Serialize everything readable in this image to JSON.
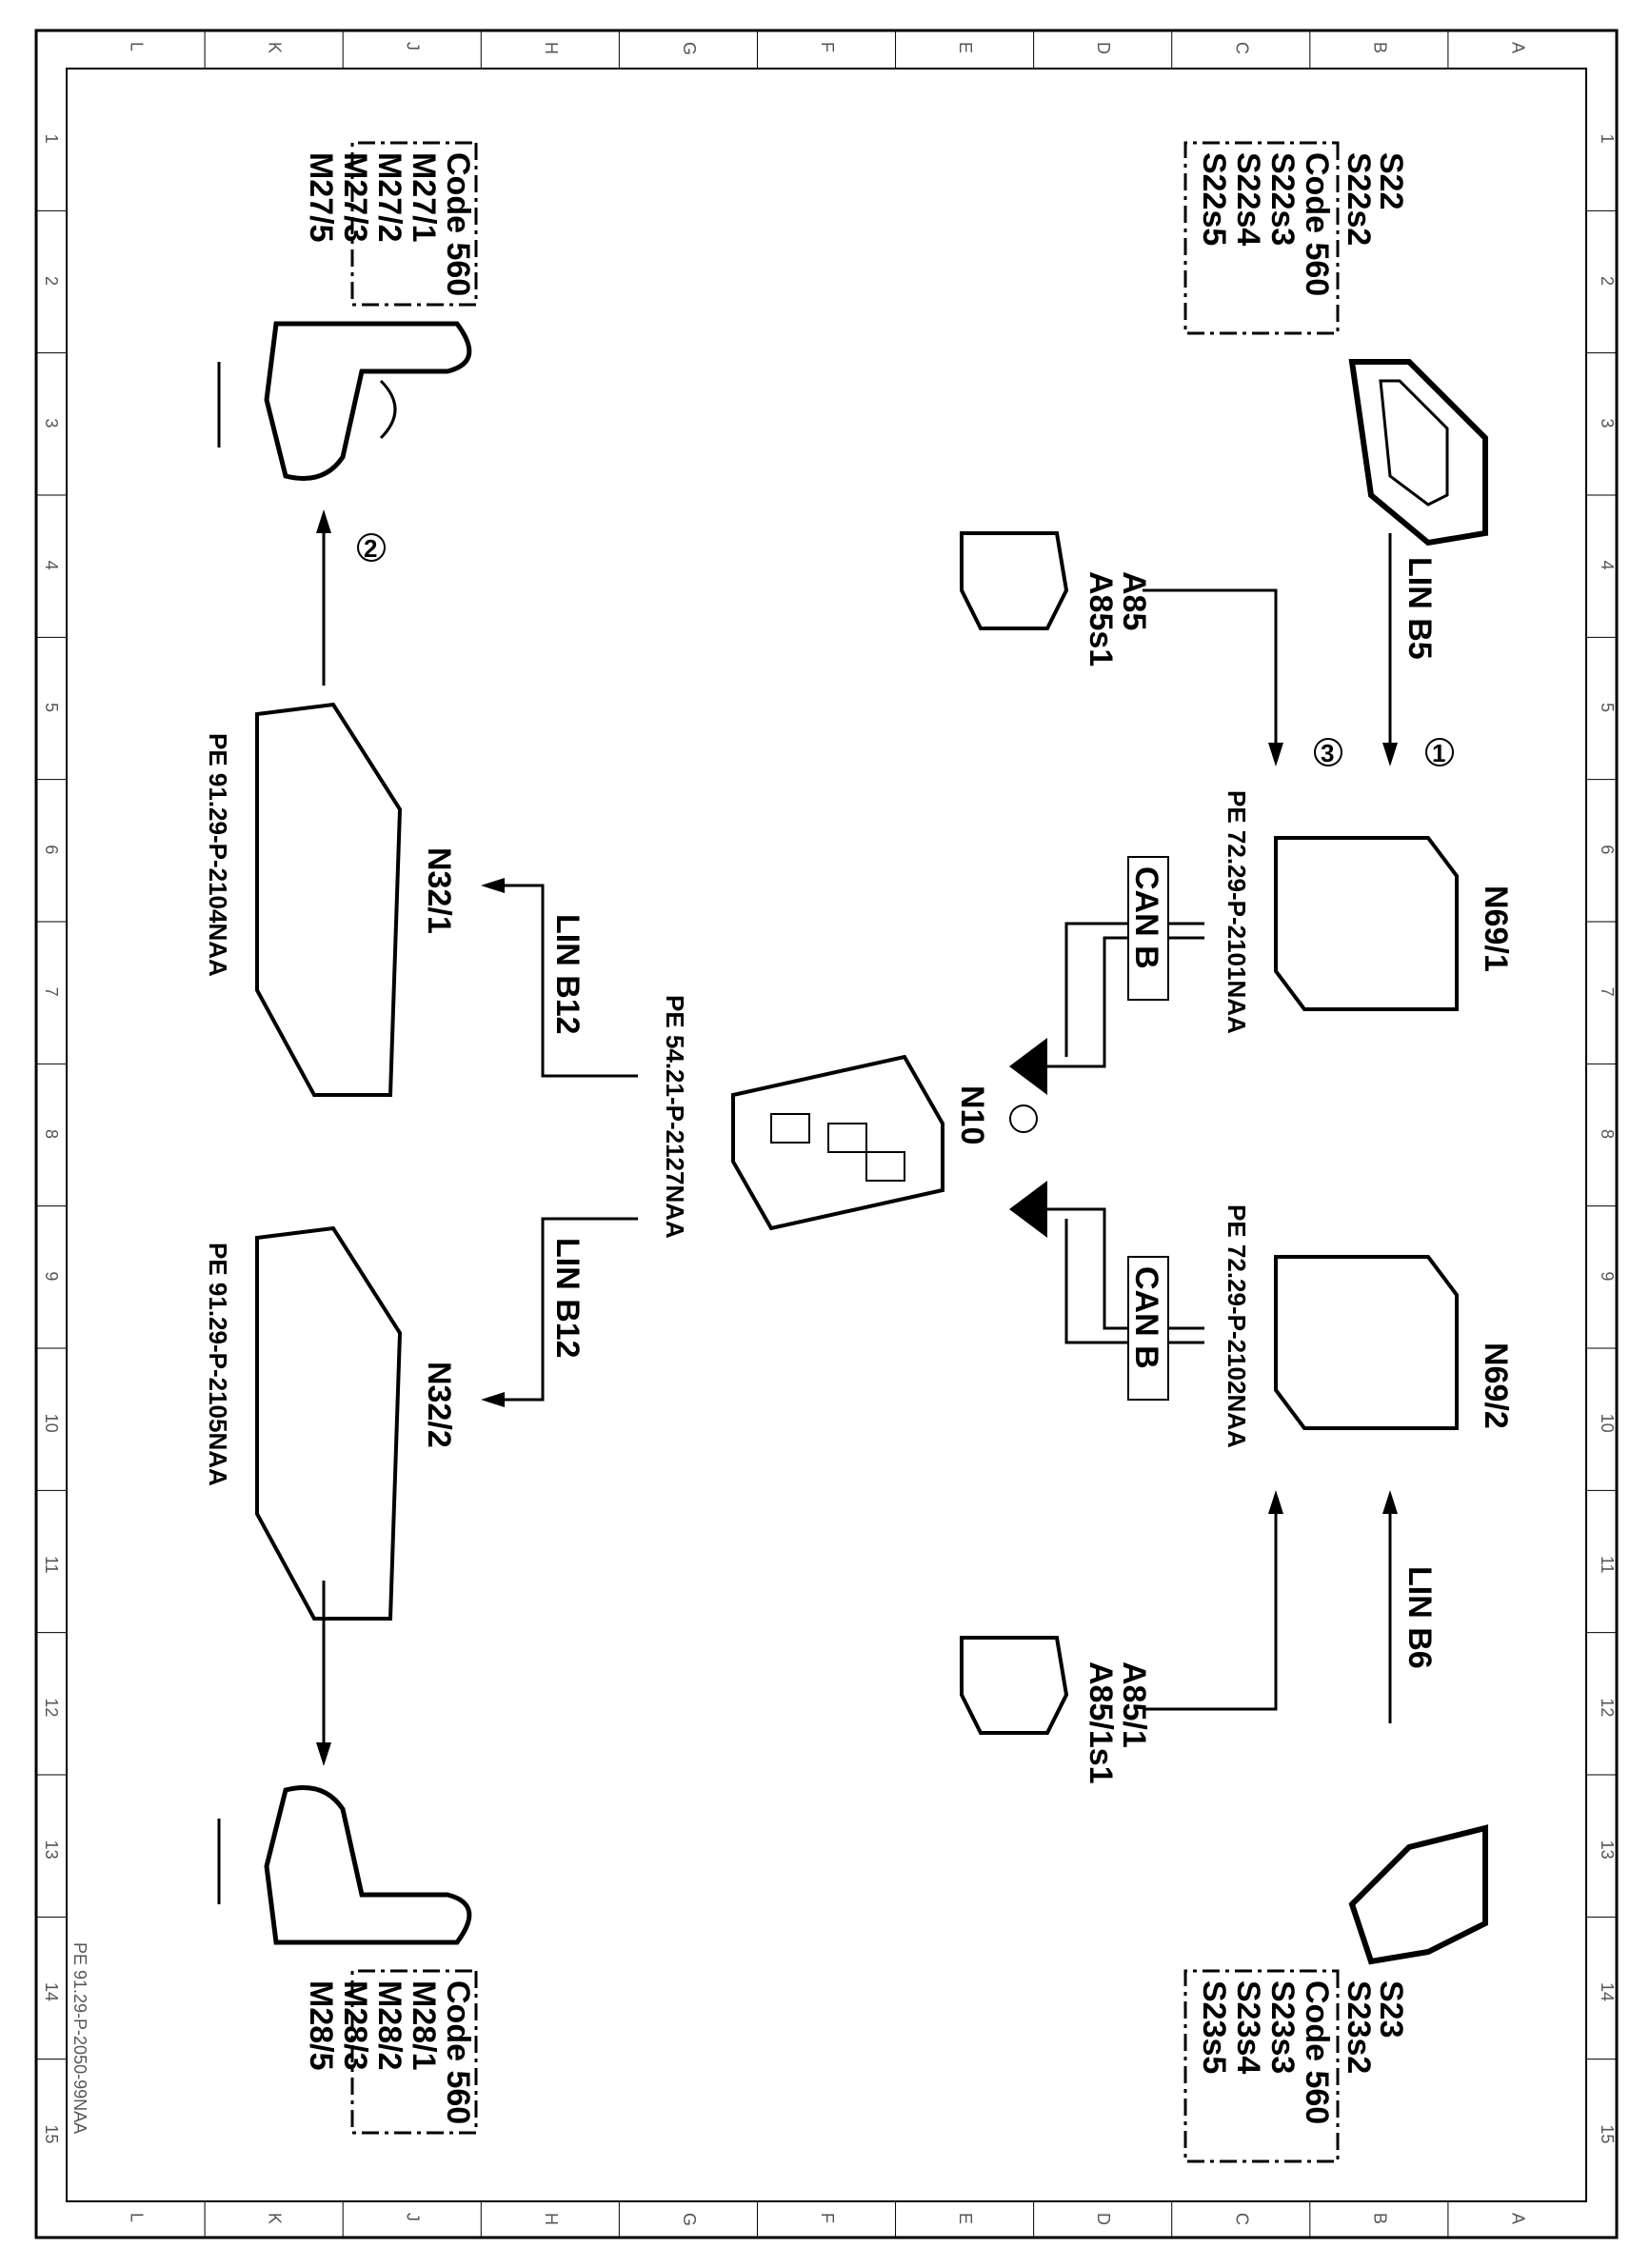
{
  "frame": {
    "columns": [
      "L",
      "K",
      "J",
      "H",
      "G",
      "F",
      "E",
      "D",
      "C",
      "B",
      "A"
    ],
    "rows": [
      "1",
      "2",
      "3",
      "4",
      "5",
      "6",
      "7",
      "8",
      "9",
      "10",
      "11",
      "12",
      "13",
      "14",
      "15"
    ],
    "doc_ref": "PE 91.29-P-2050-99NAA"
  },
  "switch_left": {
    "lines": [
      "S22",
      "S22s2",
      "Code 560",
      "S22s3",
      "S22s4",
      "S22s5"
    ]
  },
  "switch_right": {
    "lines": [
      "S23",
      "S23s2",
      "Code 560",
      "S23s3",
      "S23s4",
      "S23s5"
    ]
  },
  "motor_left": {
    "lines": [
      "Code 560",
      "M27/1",
      "M27/2",
      "M27/3",
      "M27/5"
    ]
  },
  "motor_right": {
    "lines": [
      "Code 560",
      "M28/1",
      "M28/2",
      "M28/3",
      "M28/5"
    ]
  },
  "bus": {
    "lin_b5": "LIN B5",
    "lin_b6": "LIN B6",
    "lin_b12_a": "LIN B12",
    "lin_b12_b": "LIN B12",
    "can_b_a": "CAN B",
    "can_b_b": "CAN B"
  },
  "modules": {
    "n69_1": "N69/1",
    "n69_2": "N69/2",
    "n10": "N10",
    "n32_1": "N32/1",
    "n32_2": "N32/2",
    "a85": {
      "l1": "A85",
      "l2": "A85s1"
    },
    "a85_1": {
      "l1": "A85/1",
      "l2": "A85/1s1"
    }
  },
  "refs": {
    "n69_1": "PE 72.29-P-2101NAA",
    "n69_2": "PE 72.29-P-2102NAA",
    "n10": "PE 54.21-P-2127NAA",
    "n32_1": "PE 91.29-P-2104NAA",
    "n32_2": "PE 91.29-P-2105NAA"
  },
  "markers": {
    "m1": "1",
    "m2": "2",
    "m3": "3"
  }
}
